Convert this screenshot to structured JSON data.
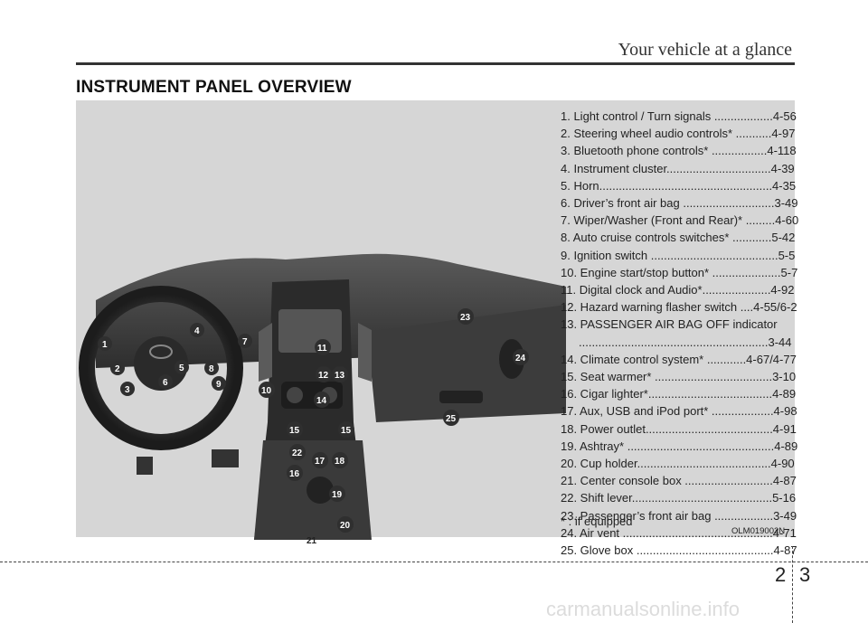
{
  "header": {
    "section_title": "Your vehicle at a glance"
  },
  "page": {
    "title": "INSTRUMENT PANEL OVERVIEW",
    "chapter": "2",
    "page_number": "3"
  },
  "figure": {
    "code": "OLM019002N",
    "callouts": [
      "1",
      "2",
      "3",
      "4",
      "5",
      "6",
      "7",
      "8",
      "9",
      "10",
      "11",
      "12",
      "13",
      "14",
      "15",
      "15",
      "16",
      "17",
      "18",
      "19",
      "20",
      "21",
      "22",
      "23",
      "24",
      "25"
    ]
  },
  "legend": {
    "items": [
      "1. Light control / Turn signals ..................4-56",
      "2. Steering wheel audio controls* ...........4-97",
      "3. Bluetooth phone controls* .................4-118",
      "4. Instrument cluster................................4-39",
      "5. Horn.....................................................4-35",
      "6. Driver’s front air bag ............................3-49",
      "7. Wiper/Washer (Front and Rear)* .........4-60",
      "8. Auto cruise controls switches* ............5-42",
      "9. Ignition switch .......................................5-5",
      "10. Engine start/stop button* .....................5-7",
      "11. Digital clock and Audio*.....................4-92",
      "12. Hazard warning flasher switch ....4-55/6-2",
      "13. PASSENGER AIR BAG OFF indicator",
      "14. Climate control system* ............4-67/4-77",
      "15. Seat warmer* ....................................3-10",
      "16. Cigar lighter*......................................4-89",
      "17. Aux, USB and iPod port* ...................4-98",
      "18. Power outlet.......................................4-91",
      "19. Ashtray* .............................................4-89",
      "20. Cup holder.........................................4-90",
      "21. Center console box ...........................4-87",
      "22. Shift lever...........................................5-16",
      "23. Passenger’s front air bag ..................3-49",
      "24. Air vent ..............................................4-71",
      "25. Glove box ..........................................4-87"
    ],
    "item13_continuation": "..........................................................3-44",
    "footnote": "* : if equipped"
  },
  "watermark": "carmanualsonline.info"
}
